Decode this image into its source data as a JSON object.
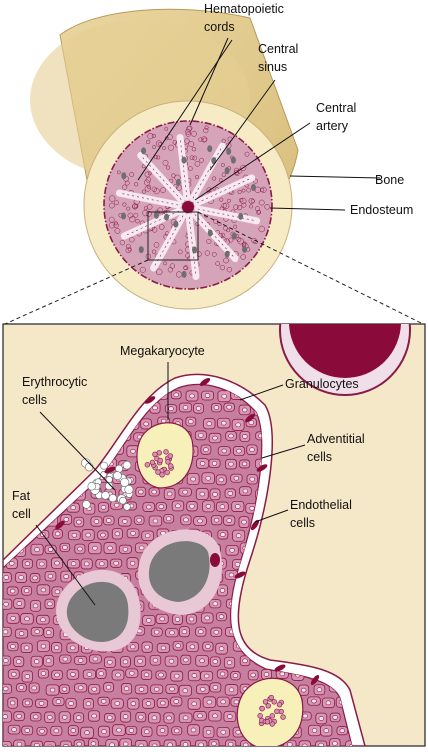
{
  "labels": {
    "hematopoietic_cords": [
      "Hematopoietic",
      "cords"
    ],
    "central_sinus": [
      "Central",
      "sinus"
    ],
    "central_artery": [
      "Central",
      "artery"
    ],
    "bone": "Bone",
    "endosteum": "Endosteum",
    "megakaryocyte": "Megakaryocyte",
    "erythrocytic_cells": [
      "Erythrocytic",
      "cells"
    ],
    "granulocytes": "Granulocytes",
    "adventitial_cells": [
      "Adventitial",
      "cells"
    ],
    "endothelial_cells": [
      "Endothelial",
      "cells"
    ],
    "fat_cell": [
      "Fat",
      "cell"
    ]
  },
  "colors": {
    "bone": "#f5e8c0",
    "bone_shaft": "#e0c98a",
    "marrow": "#c88aa6",
    "cell_membrane": "#8a1a48",
    "sinus": "#f4e6ee",
    "artery": "#8a0a3a",
    "fat": "#7a7a7a",
    "panel_bg": "#f5e8c8"
  }
}
